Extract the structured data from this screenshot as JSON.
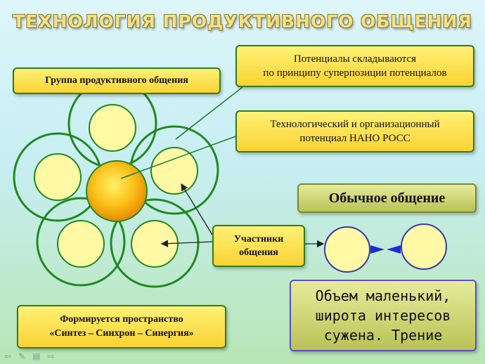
{
  "title": "ТЕХНОЛОГИЯ ПРОДУКТИВНОГО ОБЩЕНИЯ",
  "group_label": "Группа продуктивного общения",
  "potentials": {
    "line1": "Потенциалы складываются",
    "line2": "по принципу суперпозиции потенциалов"
  },
  "tech_potential": {
    "line1": "Технологический и организационный",
    "line2": "потенциал НАНО РОСС"
  },
  "participants": {
    "line1": "Участники",
    "line2": "общения"
  },
  "space": {
    "line1": "Формируется пространство",
    "line2": "«Синтез – Синхрон – Синергия»"
  },
  "ordinary": "Обычное общение",
  "volume": {
    "line1": "Объем маленький,",
    "line2": "широта интересов",
    "line3": "сужена. Трение"
  },
  "colors": {
    "box_fill": "#fbd233",
    "box_border": "#2e7d1e",
    "ring_stroke": "#1f8a1f",
    "circle_fill": "#fff9a6",
    "center_fill": "#f7a400",
    "arrow_blue": "#1a2fd6",
    "ordinary_fill": "#c7cf6a",
    "volume_border": "#5e4fbf"
  },
  "icons": [
    "arrow-left-icon",
    "pen-icon",
    "menu-icon",
    "arrow-right-icon"
  ]
}
